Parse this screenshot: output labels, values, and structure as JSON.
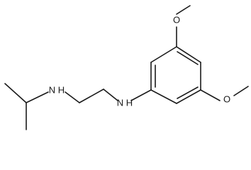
{
  "molecule": {
    "atoms": {
      "amine_left": "N H",
      "amine_right": "N H",
      "oxygen_top": "O",
      "oxygen_bottom": "O"
    }
  }
}
